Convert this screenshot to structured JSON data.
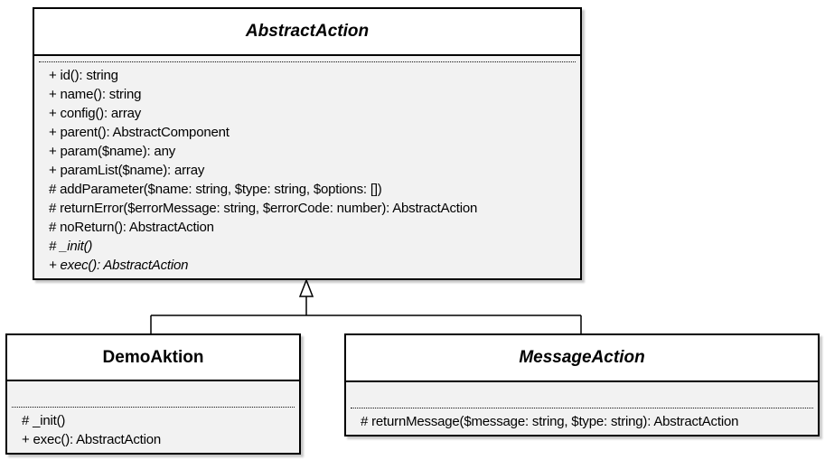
{
  "diagram": {
    "type": "uml-class-diagram",
    "colors": {
      "background": "#ffffff",
      "class_header_fill": "#ffffff",
      "class_body_fill": "#f2f2f2",
      "border": "#000000",
      "text": "#000000"
    },
    "classes": [
      {
        "name": "AbstractAction",
        "abstract": true,
        "fields": [],
        "methods": [
          "+ id(): string",
          "+ name(): string",
          "+ config(): array",
          "+ parent(): AbstractComponent",
          "+ param($name): any",
          "+ paramList($name): array",
          "# addParameter($name: string, $type: string, $options: [])",
          "# returnError($errorMessage: string, $errorCode: number): AbstractAction",
          "# noReturn(): AbstractAction",
          "# _init()",
          "+ exec(): AbstractAction"
        ],
        "abstract_methods": [
          "# _init()",
          "+ exec(): AbstractAction"
        ]
      },
      {
        "name": "DemoAktion",
        "abstract": false,
        "fields": [],
        "methods": [
          "# _init()",
          "+ exec(): AbstractAction"
        ]
      },
      {
        "name": "MessageAction",
        "abstract": true,
        "fields": [],
        "methods": [
          "# returnMessage($message: string, $type: string): AbstractAction"
        ]
      }
    ],
    "relations": [
      {
        "type": "inheritance",
        "from": "DemoAktion",
        "to": "AbstractAction"
      },
      {
        "type": "inheritance",
        "from": "MessageAction",
        "to": "AbstractAction"
      }
    ]
  }
}
